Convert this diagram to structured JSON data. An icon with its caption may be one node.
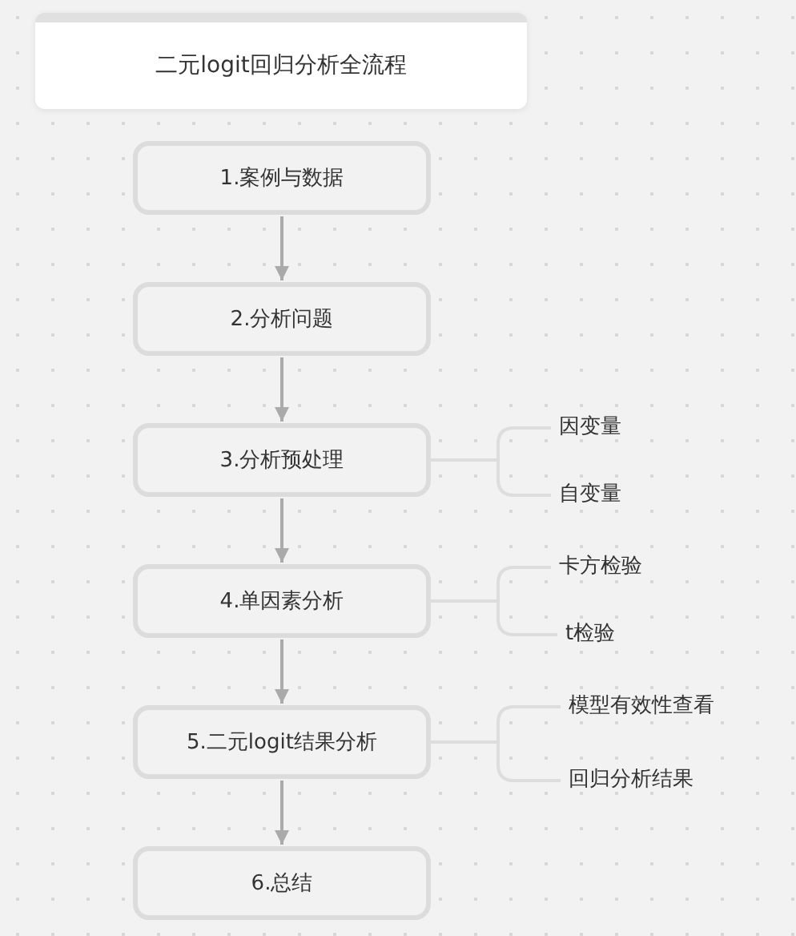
{
  "diagram": {
    "title": "二元logit回归分析全流程",
    "nodes": [
      {
        "text": [
          "1.案例与数据"
        ]
      },
      {
        "text": [
          "2.分析问题"
        ]
      },
      {
        "text": [
          "3.分析预处理"
        ]
      },
      {
        "text": [
          "4.单因素分析"
        ]
      },
      {
        "text": [
          "5.二元logit结果分析"
        ]
      },
      {
        "text": [
          "6.总结"
        ]
      },
      {
        "text": [
          "因变量"
        ]
      },
      {
        "text": [
          "自变量"
        ]
      },
      {
        "text": [
          "卡方检验"
        ]
      },
      {
        "text": [
          "t检验"
        ]
      },
      {
        "text": [
          "模型有效性查看"
        ]
      },
      {
        "text": [
          "回归分析结果"
        ]
      }
    ],
    "edges": [
      {
        "from": 0,
        "to": 1,
        "arrow": "to"
      },
      {
        "from": 1,
        "to": 2,
        "arrow": "to"
      },
      {
        "from": 2,
        "to": 3,
        "arrow": "to"
      },
      {
        "from": 3,
        "to": 4,
        "arrow": "to"
      },
      {
        "from": 4,
        "to": 5,
        "arrow": "to"
      },
      {
        "from": 2,
        "to": 6,
        "arrow": "none"
      },
      {
        "from": 2,
        "to": 7,
        "arrow": "none"
      },
      {
        "from": 3,
        "to": 8,
        "arrow": "none"
      },
      {
        "from": 3,
        "to": 9,
        "arrow": "none"
      },
      {
        "from": 4,
        "to": 10,
        "arrow": "none"
      },
      {
        "from": 4,
        "to": 11,
        "arrow": "none"
      }
    ]
  }
}
